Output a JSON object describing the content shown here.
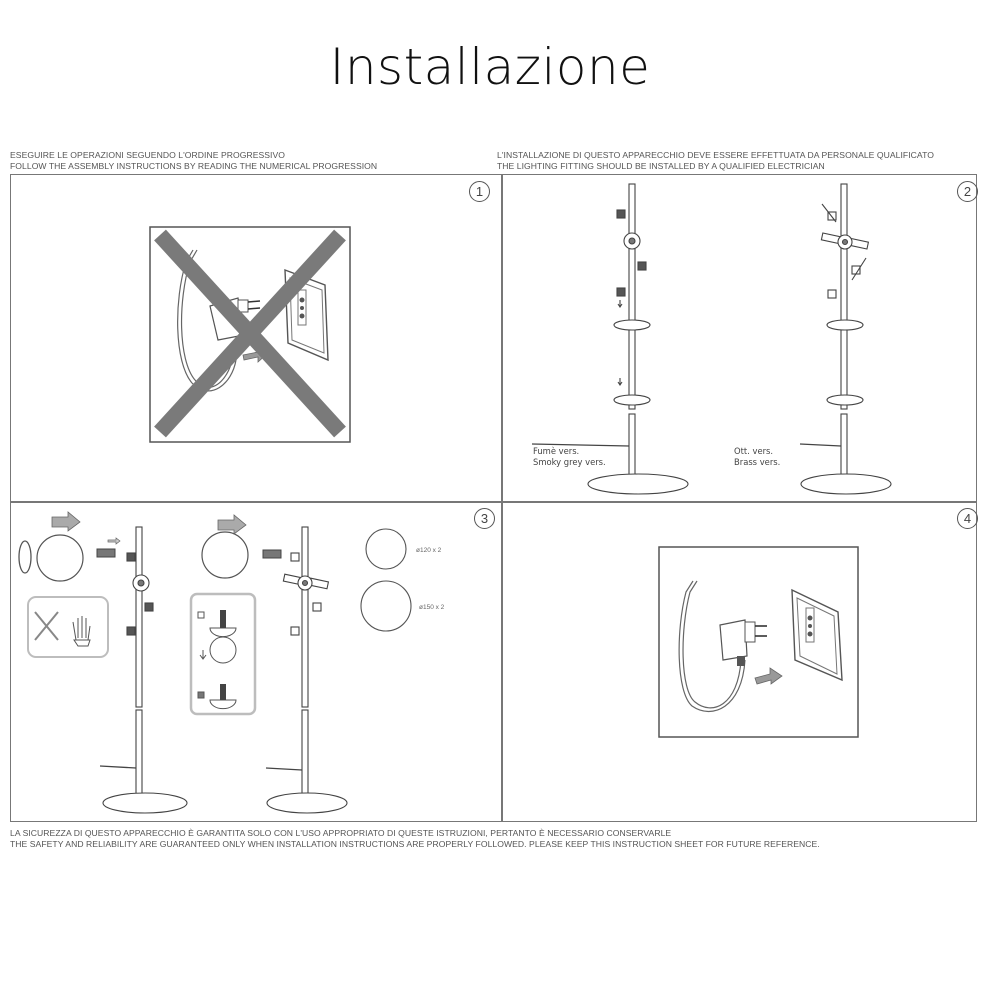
{
  "title": "Installazione",
  "header": {
    "left": {
      "line_it": "ESEGUIRE LE OPERAZIONI SEGUENDO L'ORDINE PROGRESSIVO",
      "line_en": "FOLLOW THE ASSEMBLY INSTRUCTIONS BY READING THE NUMERICAL PROGRESSION"
    },
    "right": {
      "line_it": "L'INSTALLAZIONE DI QUESTO APPARECCHIO DEVE ESSERE EFFETTUATA DA PERSONALE QUALIFICATO",
      "line_en": "THE LIGHTING FITTING SHOULD BE INSTALLED BY A QUALIFIED ELECTRICIAN"
    }
  },
  "steps": [
    {
      "number": "1",
      "description": "do-not-plug-adapter-into-socket"
    },
    {
      "number": "2",
      "description": "assemble-stem-sections-and-lampholders",
      "variants": [
        {
          "line1": "Fumè vers.",
          "line2": "Smoky grey vers."
        },
        {
          "line1": "Ott. vers.",
          "line2": "Brass vers."
        }
      ]
    },
    {
      "number": "3",
      "description": "insert-bulbs-and-fit-glass-spheres",
      "spheres": [
        {
          "label": "ø120 x 2"
        },
        {
          "label": "ø150 x 2"
        }
      ]
    },
    {
      "number": "4",
      "description": "plug-adapter-into-socket"
    }
  ],
  "footer": {
    "line_it": "LA SICUREZZA DI QUESTO APPARECCHIO È GARANTITA SOLO CON L'USO APPROPRIATO DI QUESTE ISTRUZIONI, PERTANTO È NECESSARIO CONSERVARLE",
    "line_en": "THE SAFETY AND RELIABILITY ARE GUARANTEED ONLY WHEN INSTALLATION INSTRUCTIONS ARE PROPERLY FOLLOWED. PLEASE KEEP THIS INSTRUCTION SHEET FOR FUTURE REFERENCE."
  },
  "colors": {
    "line": "#555555",
    "frame": "#777777",
    "cross": "#7a7a7a",
    "arrow": "#9a9a9a",
    "callout_border": "#bdbdbd"
  }
}
